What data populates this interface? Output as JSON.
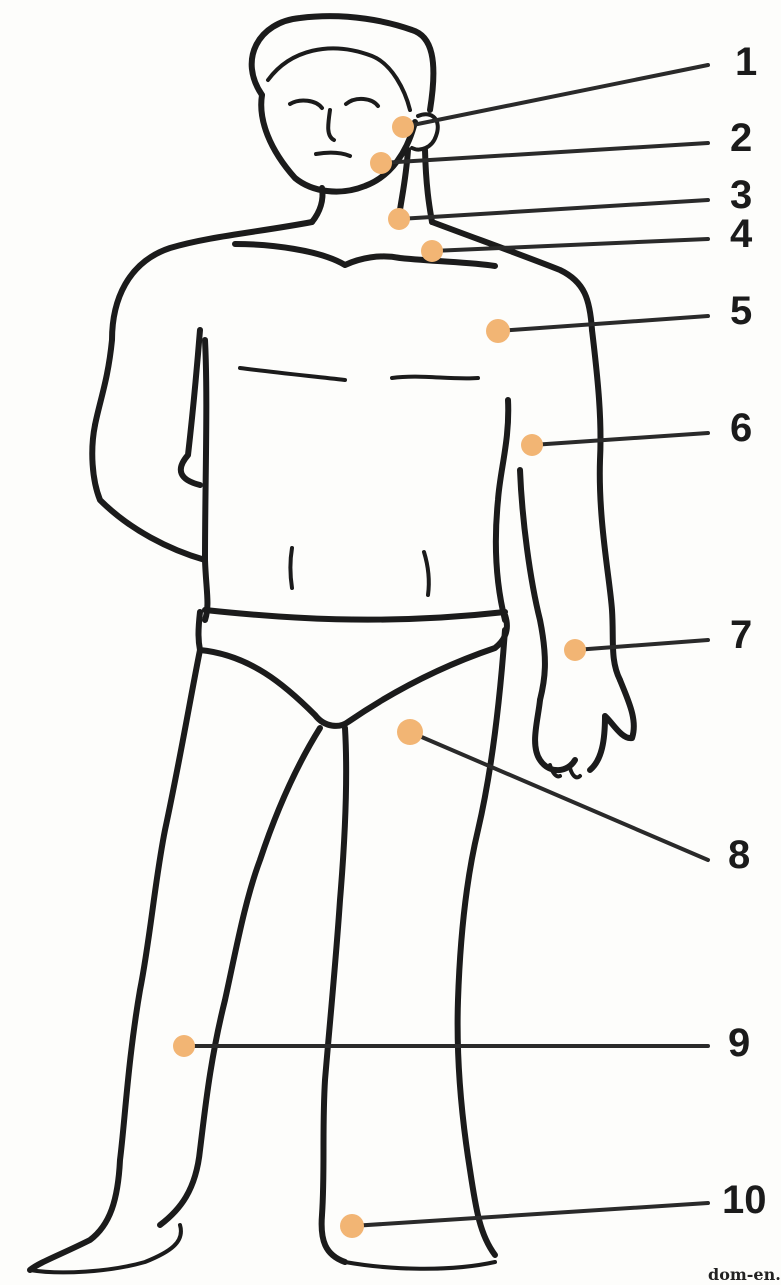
{
  "diagram": {
    "point_color": "#f2b574",
    "line_color": "#1b1b1b",
    "points": [
      {
        "label": "1"
      },
      {
        "label": "2"
      },
      {
        "label": "3"
      },
      {
        "label": "4"
      },
      {
        "label": "5"
      },
      {
        "label": "6"
      },
      {
        "label": "7"
      },
      {
        "label": "8"
      },
      {
        "label": "9"
      },
      {
        "label": "10"
      }
    ],
    "watermark": "dom-en."
  }
}
